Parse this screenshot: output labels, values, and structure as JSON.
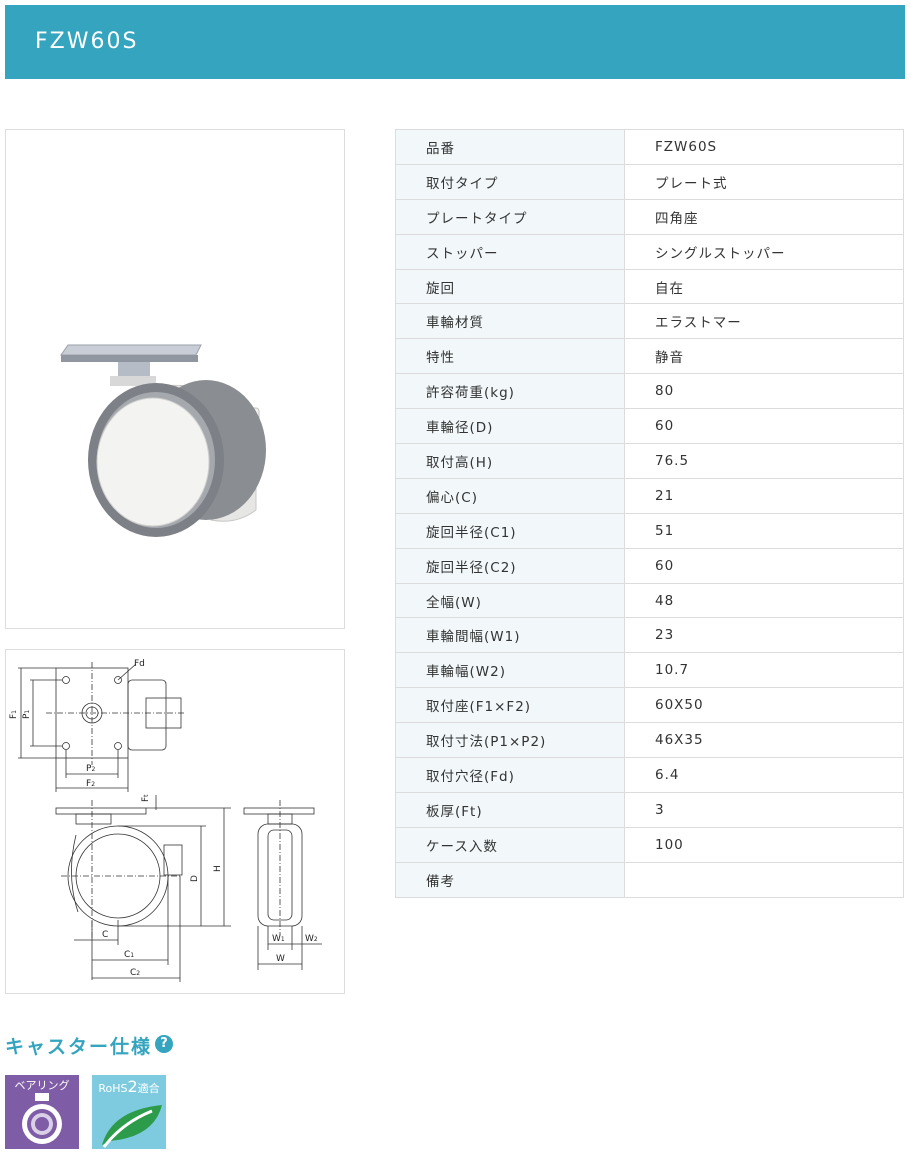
{
  "header": {
    "title": "FZW60S"
  },
  "drawing": {
    "labels": {
      "fd": "Fd",
      "f1": "F",
      "f1_sub": "1",
      "p1": "P",
      "p1_sub": "1",
      "p2": "P",
      "p2_sub": "2",
      "f2": "F",
      "f2_sub": "2",
      "ft": "F",
      "ft_sub": "t",
      "h": "H",
      "d": "D",
      "c": "C",
      "c1": "C",
      "c1_sub": "1",
      "c2": "C",
      "c2_sub": "2",
      "w1": "W",
      "w1_sub": "1",
      "w2": "W",
      "w2_sub": "2",
      "w": "W"
    }
  },
  "specs": [
    {
      "label": "品番",
      "value": "FZW60S"
    },
    {
      "label": "取付タイプ",
      "value": "プレート式"
    },
    {
      "label": "プレートタイプ",
      "value": "四角座"
    },
    {
      "label": "ストッパー",
      "value": "シングルストッパー"
    },
    {
      "label": "旋回",
      "value": "自在"
    },
    {
      "label": "車輪材質",
      "value": "エラストマー"
    },
    {
      "label": "特性",
      "value": "静音"
    },
    {
      "label": "許容荷重(kg)",
      "value": "80"
    },
    {
      "label": "車輪径(D)",
      "value": "60"
    },
    {
      "label": "取付高(H)",
      "value": "76.5"
    },
    {
      "label": "偏心(C)",
      "value": "21"
    },
    {
      "label": "旋回半径(C1)",
      "value": "51"
    },
    {
      "label": "旋回半径(C2)",
      "value": "60"
    },
    {
      "label": "全幅(W)",
      "value": "48"
    },
    {
      "label": "車輪間幅(W1)",
      "value": "23"
    },
    {
      "label": "車輪幅(W2)",
      "value": "10.7"
    },
    {
      "label": "取付座(F1×F2)",
      "value": "60X50"
    },
    {
      "label": "取付寸法(P1×P2)",
      "value": "46X35"
    },
    {
      "label": "取付穴径(Fd)",
      "value": "6.4"
    },
    {
      "label": "板厚(Ft)",
      "value": "3"
    },
    {
      "label": "ケース入数",
      "value": "100"
    },
    {
      "label": "備考",
      "value": ""
    }
  ],
  "caster_spec": {
    "heading": "キャスター仕様",
    "help_icon": "question-circle-icon",
    "help_glyph": "?",
    "badges": [
      {
        "name": "bearing",
        "text": "ベアリング",
        "icon": "bearing-icon",
        "color": "#7e5ca6"
      },
      {
        "name": "rohs",
        "text_main": "RoHS",
        "text_num": "2",
        "text_suffix": "適合",
        "icon": "leaf-icon",
        "color": "#7ecbe0"
      }
    ]
  },
  "colors": {
    "accent": "#34a4bf",
    "label_bg": "#f2f8fa",
    "border": "#dcdcdc"
  }
}
